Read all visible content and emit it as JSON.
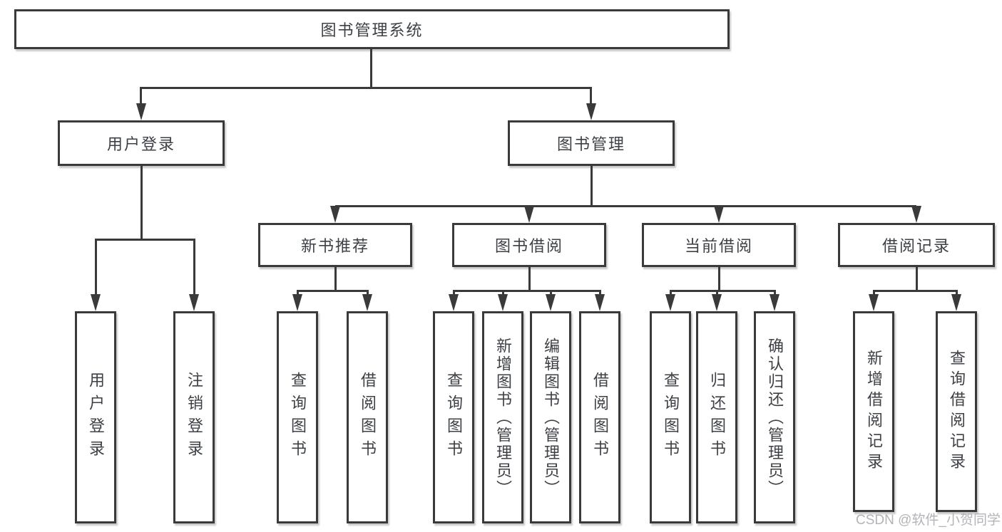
{
  "tree": {
    "label": "图书管理系统",
    "children": [
      {
        "label": "用户登录",
        "children": [
          {
            "label": "用户登录"
          },
          {
            "label": "注销登录"
          }
        ]
      },
      {
        "label": "图书管理",
        "children": [
          {
            "label": "新书推荐",
            "children": [
              {
                "label": "查询图书"
              },
              {
                "label": "借阅图书"
              }
            ]
          },
          {
            "label": "图书借阅",
            "children": [
              {
                "label": "查询图书"
              },
              {
                "label": "新增图书（管理员）"
              },
              {
                "label": "编辑图书（管理员）"
              },
              {
                "label": "借阅图书"
              }
            ]
          },
          {
            "label": "当前借阅",
            "children": [
              {
                "label": "查询图书"
              },
              {
                "label": "归还图书"
              },
              {
                "label": "确认归还（管理员）"
              }
            ]
          },
          {
            "label": "借阅记录",
            "children": [
              {
                "label": "新增借阅记录"
              },
              {
                "label": "查询借阅记录"
              }
            ]
          }
        ]
      }
    ]
  },
  "watermark": {
    "text": "CSDN @软件_小贺同学"
  },
  "colors": {
    "line": "#3a3a3a",
    "text": "#3d4045",
    "watermark": "#b4b4b8",
    "background": "#ffffff"
  }
}
